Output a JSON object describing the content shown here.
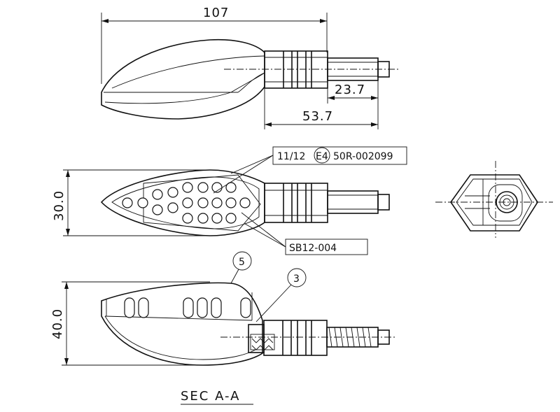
{
  "dimensions": {
    "overall_length": "107",
    "thread_length": "23.7",
    "body_to_end": "53.7",
    "front_height": "30.0",
    "section_height": "40.0"
  },
  "labels": {
    "approval_prefix": "11/12",
    "approval_e_mark": "E4",
    "approval_number": "50R-002099",
    "led_board": "SB12-004",
    "callout_5": "5",
    "callout_3": "3",
    "section_caption": "SEC A-A"
  }
}
